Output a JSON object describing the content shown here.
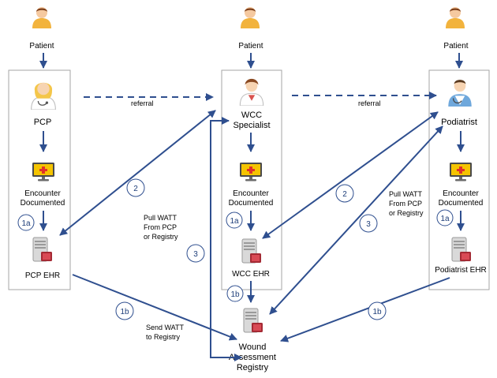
{
  "colors": {
    "arrow": "#2f4f8f",
    "box_border": "#a6a6a6",
    "step_circle": "#2f4f8f"
  },
  "actors": {
    "left": {
      "patient": "Patient",
      "role": "PCP",
      "encounter_line1": "Encounter",
      "encounter_line2": "Documented",
      "ehr": "PCP EHR"
    },
    "middle": {
      "patient": "Patient",
      "role_line1": "WCC",
      "role_line2": "Specialist",
      "encounter_line1": "Encounter",
      "encounter_line2": "Documented",
      "ehr": "WCC EHR"
    },
    "right": {
      "patient": "Patient",
      "role": "Podiatrist",
      "encounter_line1": "Encounter",
      "encounter_line2": "Documented",
      "ehr": "Podiatrist EHR"
    }
  },
  "registry": {
    "line1": "Wound",
    "line2": "Assessment",
    "line3": "Registry"
  },
  "flow_labels": {
    "referral_left": "referral",
    "referral_right": "referral",
    "pull_mid_1": "Pull WATT",
    "pull_mid_2": "From PCP",
    "pull_mid_3": "or Registry",
    "pull_right_1": "Pull WATT",
    "pull_right_2": "From PCP",
    "pull_right_3": "or Registry",
    "send_1": "Send WATT",
    "send_2": "to Registry"
  },
  "steps": {
    "s1a_left": "1a",
    "s1a_mid": "1a",
    "s1a_right": "1a",
    "s1b_left": "1b",
    "s1b_mid": "1b",
    "s1b_right": "1b",
    "s2_left": "2",
    "s2_right": "2",
    "s3_mid": "3",
    "s3_right": "3"
  },
  "icons": [
    "patient-icon",
    "doctor-icon",
    "monitor-icon",
    "server-icon"
  ]
}
